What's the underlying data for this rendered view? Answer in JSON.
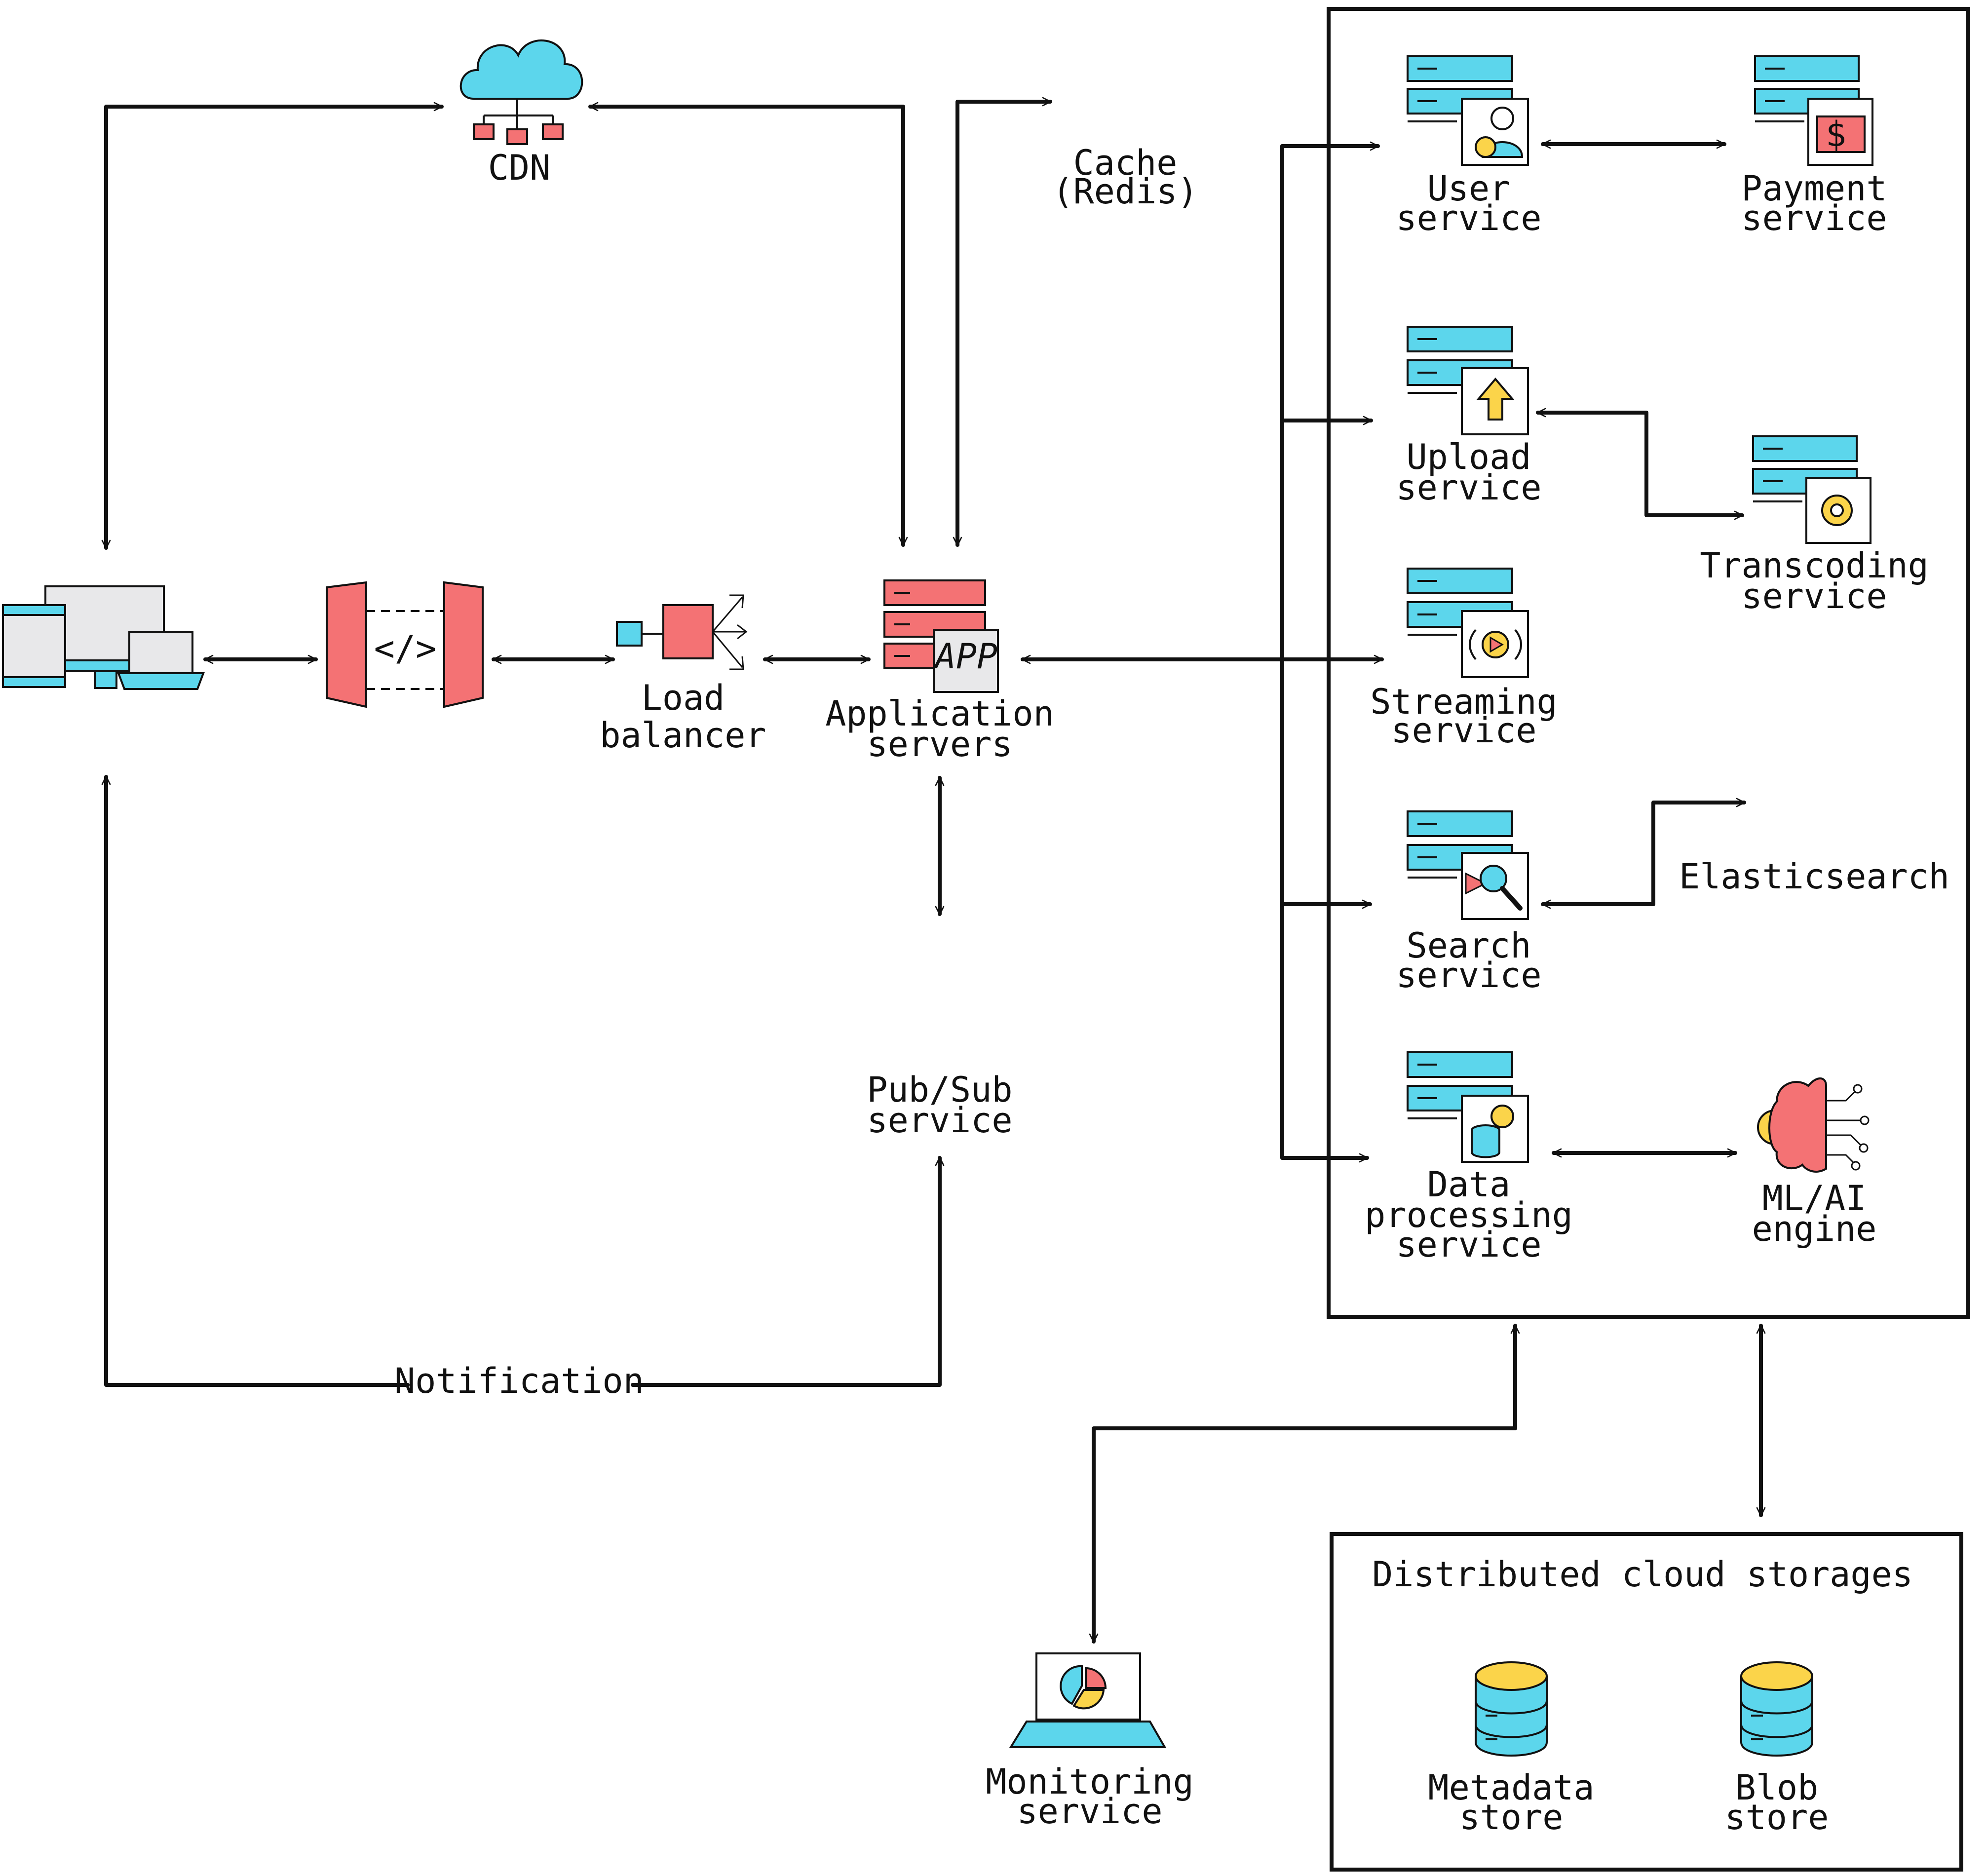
{
  "nodes": {
    "cdn": {
      "label": "CDN"
    },
    "cache": {
      "label": [
        "Cache",
        "(Redis)"
      ]
    },
    "load_balancer": {
      "label": [
        "Load",
        "balancer"
      ]
    },
    "app_servers": {
      "label": [
        "Application",
        "servers"
      ],
      "badge": "APP"
    },
    "pubsub": {
      "label": [
        "Pub/Sub",
        "service"
      ]
    },
    "notification": {
      "label": "Notification"
    },
    "user_service": {
      "label": [
        "User",
        "service"
      ]
    },
    "payment_service": {
      "label": [
        "Payment",
        "service"
      ]
    },
    "upload_service": {
      "label": [
        "Upload",
        "service"
      ]
    },
    "transcoding_service": {
      "label": [
        "Transcoding",
        "service"
      ]
    },
    "streaming_service": {
      "label": [
        "Streaming",
        "service"
      ]
    },
    "search_service": {
      "label": [
        "Search",
        "service"
      ]
    },
    "elasticsearch": {
      "label": "Elasticsearch"
    },
    "data_processing": {
      "label": [
        "Data",
        "processing",
        "service"
      ]
    },
    "ml_engine": {
      "label": [
        "ML/AI",
        "engine"
      ]
    },
    "monitoring": {
      "label": [
        "Monitoring",
        "service"
      ]
    },
    "storage": {
      "title": "Distributed cloud storages",
      "metadata": {
        "label": [
          "Metadata",
          "store"
        ]
      },
      "blob": {
        "label": [
          "Blob",
          "store"
        ]
      }
    },
    "api_gateway": {
      "code_glyph": "</>"
    },
    "payment_icon": {
      "glyph": "$"
    }
  },
  "colors": {
    "cyan": "#5cd6ec",
    "red": "#f47274",
    "yellow": "#fbd44a",
    "gray": "#e8e8ea",
    "ink": "#111111"
  }
}
